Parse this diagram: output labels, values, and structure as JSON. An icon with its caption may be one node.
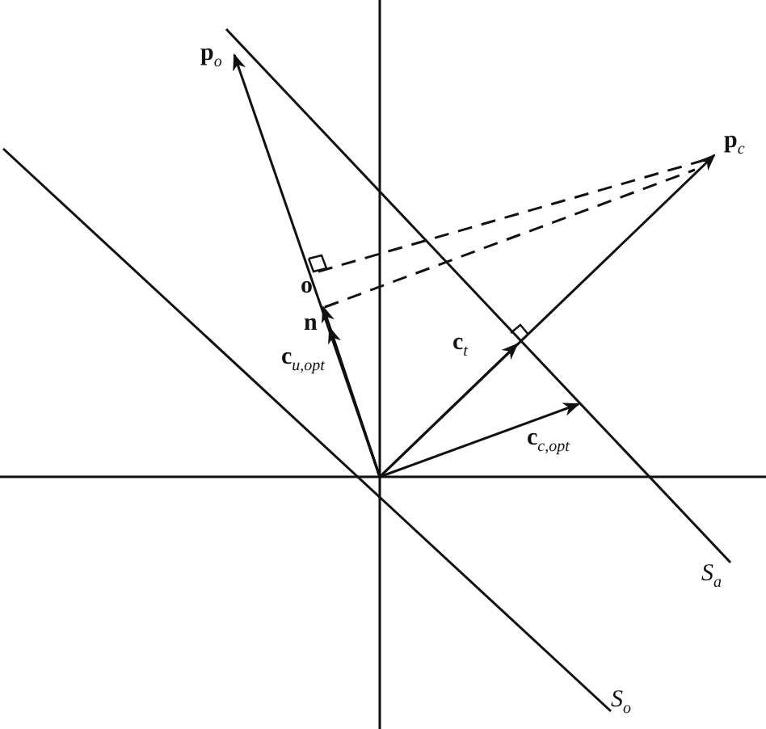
{
  "diagram": {
    "labels": [
      "**p**$_{o}$",
      "**p**$_{c}$",
      "**o**",
      "**n**",
      "**c**$_{t}$",
      "**c**$_{u,opt}$",
      "**c**$_{c,opt}$",
      "*S*$_{a}$",
      "*S*$_{o}$"
    ]
  }
}
